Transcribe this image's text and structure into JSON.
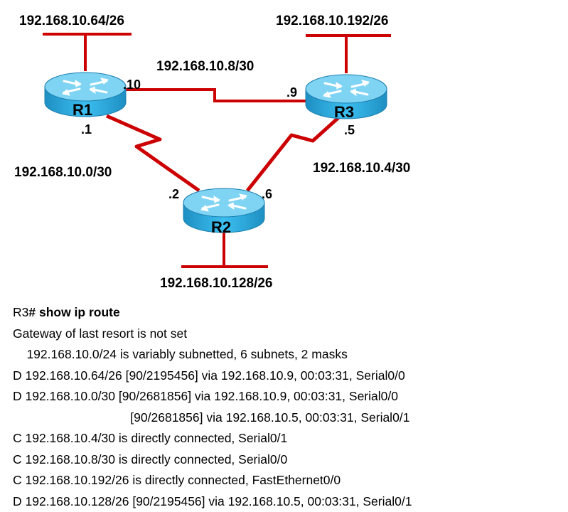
{
  "diagram": {
    "routers": {
      "r1": "R1",
      "r2": "R2",
      "r3": "R3"
    },
    "lans": {
      "r1": "192.168.10.64/26",
      "r3": "192.168.10.192/26",
      "r2": "192.168.10.128/26"
    },
    "links": {
      "r1_r3": "192.168.10.8/30",
      "r1_r2": "192.168.10.0/30",
      "r2_r3": "192.168.10.4/30"
    },
    "interfaces": {
      "r1_to_r3": ".10",
      "r3_to_r1": ".9",
      "r1_to_r2": ".1",
      "r2_to_r1": ".2",
      "r2_to_r3": ".6",
      "r3_to_r2": ".5"
    },
    "colors": {
      "link": "#cc0000",
      "router_fill": "#29a9e0",
      "router_top": "#7fd4f4"
    }
  },
  "cli": {
    "prompt": "R3",
    "command": "# show ip route",
    "lines": [
      "Gateway of last resort is not set",
      "    192.168.10.0/24 is variably subnetted, 6 subnets, 2 masks",
      "D 192.168.10.64/26 [90/2195456] via 192.168.10.9, 00:03:31, Serial0/0",
      "D 192.168.10.0/30 [90/2681856] via 192.168.10.9, 00:03:31, Serial0/0",
      "                                  [90/2681856] via 192.168.10.5, 00:03:31, Serial0/1",
      "C 192.168.10.4/30 is directly connected, Serial0/1",
      "C 192.168.10.8/30 is directly connected, Serial0/0",
      "C 192.168.10.192/26 is directly connected, FastEthernet0/0",
      "D 192.168.10.128/26 [90/2195456] via 192.168.10.5, 00:03:31, Serial0/1"
    ]
  }
}
